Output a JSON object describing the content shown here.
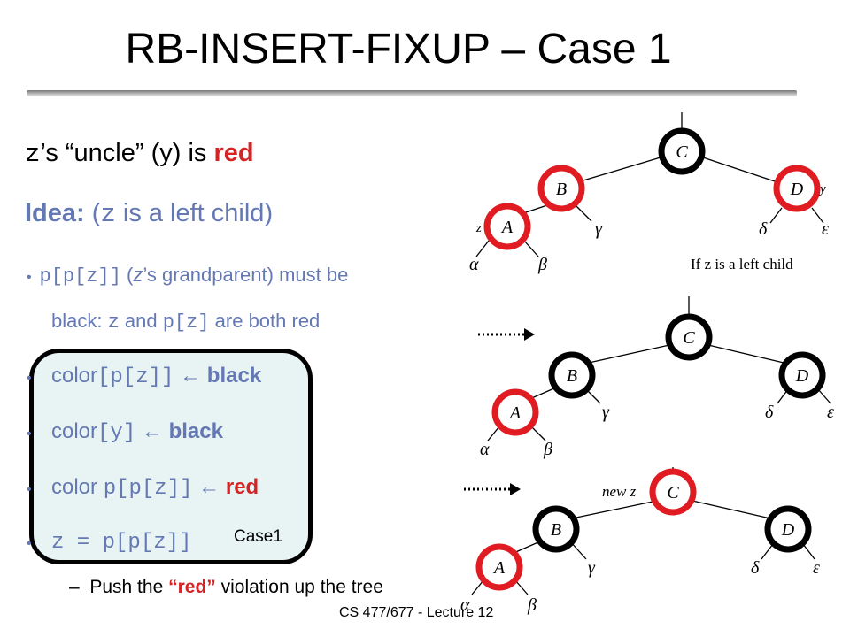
{
  "slide": {
    "title": "RB-INSERT-FIXUP – Case 1",
    "line1": {
      "z": "z",
      "rest": "’s “uncle” (y) is ",
      "red": "red"
    },
    "line2": {
      "idea": "Idea:",
      "paren_open": " (",
      "z": "z",
      "rest": " is a left child)"
    },
    "bullet1": {
      "expr": "p[p[z]]",
      "open": " (",
      "z": "z",
      "rest": "’s grandparent) must be",
      "cont_a": "black: ",
      "z2": "z",
      "and": " and ",
      "pz": "p[z]",
      "cont_b": " are both red"
    },
    "bullet2": {
      "pre": "color",
      "code": "[p[z]]",
      "arrow": " ← ",
      "val": "black"
    },
    "bullet3": {
      "pre": "color",
      "code": "[y]",
      "arrow": " ← ",
      "val": "black"
    },
    "bullet4": {
      "pre": "color ",
      "code": "p[p[z]]",
      "arrow": " ← ",
      "val": "red"
    },
    "bullet5": {
      "code": "z = p[p[z]]"
    },
    "sub_bullet": {
      "dash": "–",
      "pre": "Push the ",
      "red": "“red”",
      "post": " violation up the tree"
    },
    "case_label": "Case1",
    "footer": "CS 477/677 - Lecture 12"
  },
  "diagram": {
    "top_tree": {
      "nodes": [
        "C",
        "B",
        "D",
        "A"
      ],
      "greek": [
        "α",
        "β",
        "γ",
        "δ",
        "ε"
      ],
      "z_label": "z",
      "y_label": "y",
      "caption": "If z is a left child"
    },
    "middle_tree": {
      "nodes": [
        "C",
        "B",
        "D",
        "A"
      ],
      "greek": [
        "α",
        "β",
        "γ",
        "δ",
        "ε"
      ]
    },
    "bottom_tree": {
      "nodes": [
        "C",
        "B",
        "D",
        "A"
      ],
      "greek": [
        "α",
        "β",
        "γ",
        "δ",
        "ε"
      ],
      "new_z_label": "new z"
    },
    "colors": {
      "red": "#e11b22",
      "black": "#000000",
      "text_blue": "#6478b3",
      "highlight_red": "#d42426"
    }
  }
}
